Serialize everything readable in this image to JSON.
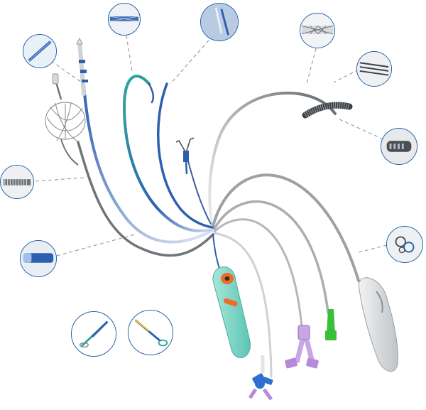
{
  "image": {
    "description_words": [],
    "colors": {
      "background": "#ffffff",
      "callout_border": "#1f5fa8",
      "dashed_leader": "#8a8f96",
      "catheter_blue": "#2d5fb0",
      "catheter_teal": "#2ea7a0",
      "catheter_gray": "#6f7479",
      "handle_mint": "#7fd6c6",
      "handle_orange": "#f06a2a",
      "handle_gray": "#d9dcdf",
      "luer_purple": "#b58ad6",
      "cap_green": "#3bbf3a",
      "valve_blue": "#2f6fd0"
    },
    "callouts": [
      {
        "name": "callout-guidewire-tip",
        "icon": "wire-tip-icon"
      },
      {
        "name": "callout-braided-shaft",
        "icon": "braided-shaft-icon"
      },
      {
        "name": "callout-needle-tip",
        "icon": "needle-tip-icon"
      },
      {
        "name": "callout-mesh-sheath",
        "icon": "mesh-sheath-icon"
      },
      {
        "name": "callout-parallel-wires",
        "icon": "parallel-wires-icon"
      },
      {
        "name": "callout-coil-tip",
        "icon": "coil-tip-icon"
      },
      {
        "name": "callout-spring-section",
        "icon": "spring-section-icon"
      },
      {
        "name": "callout-lumen-cross-section",
        "icon": "lumen-cross-section-icon"
      },
      {
        "name": "callout-blue-tip",
        "icon": "blue-tip-icon"
      },
      {
        "name": "callout-snare-loop",
        "icon": "snare-loop-icon"
      },
      {
        "name": "callout-basket-device",
        "icon": "basket-device-icon"
      }
    ]
  }
}
